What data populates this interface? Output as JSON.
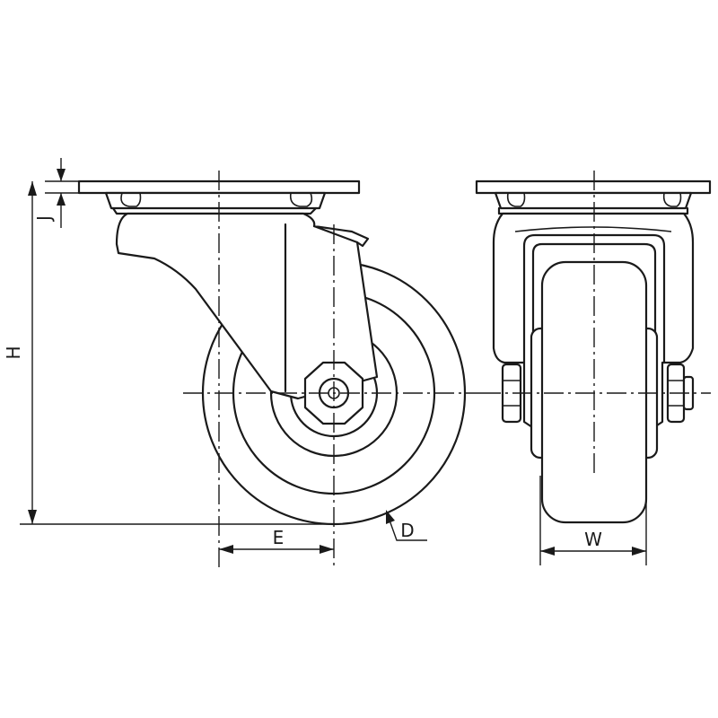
{
  "labels": {
    "j": "J",
    "h": "H",
    "e": "E",
    "d": "D",
    "w": "W"
  }
}
